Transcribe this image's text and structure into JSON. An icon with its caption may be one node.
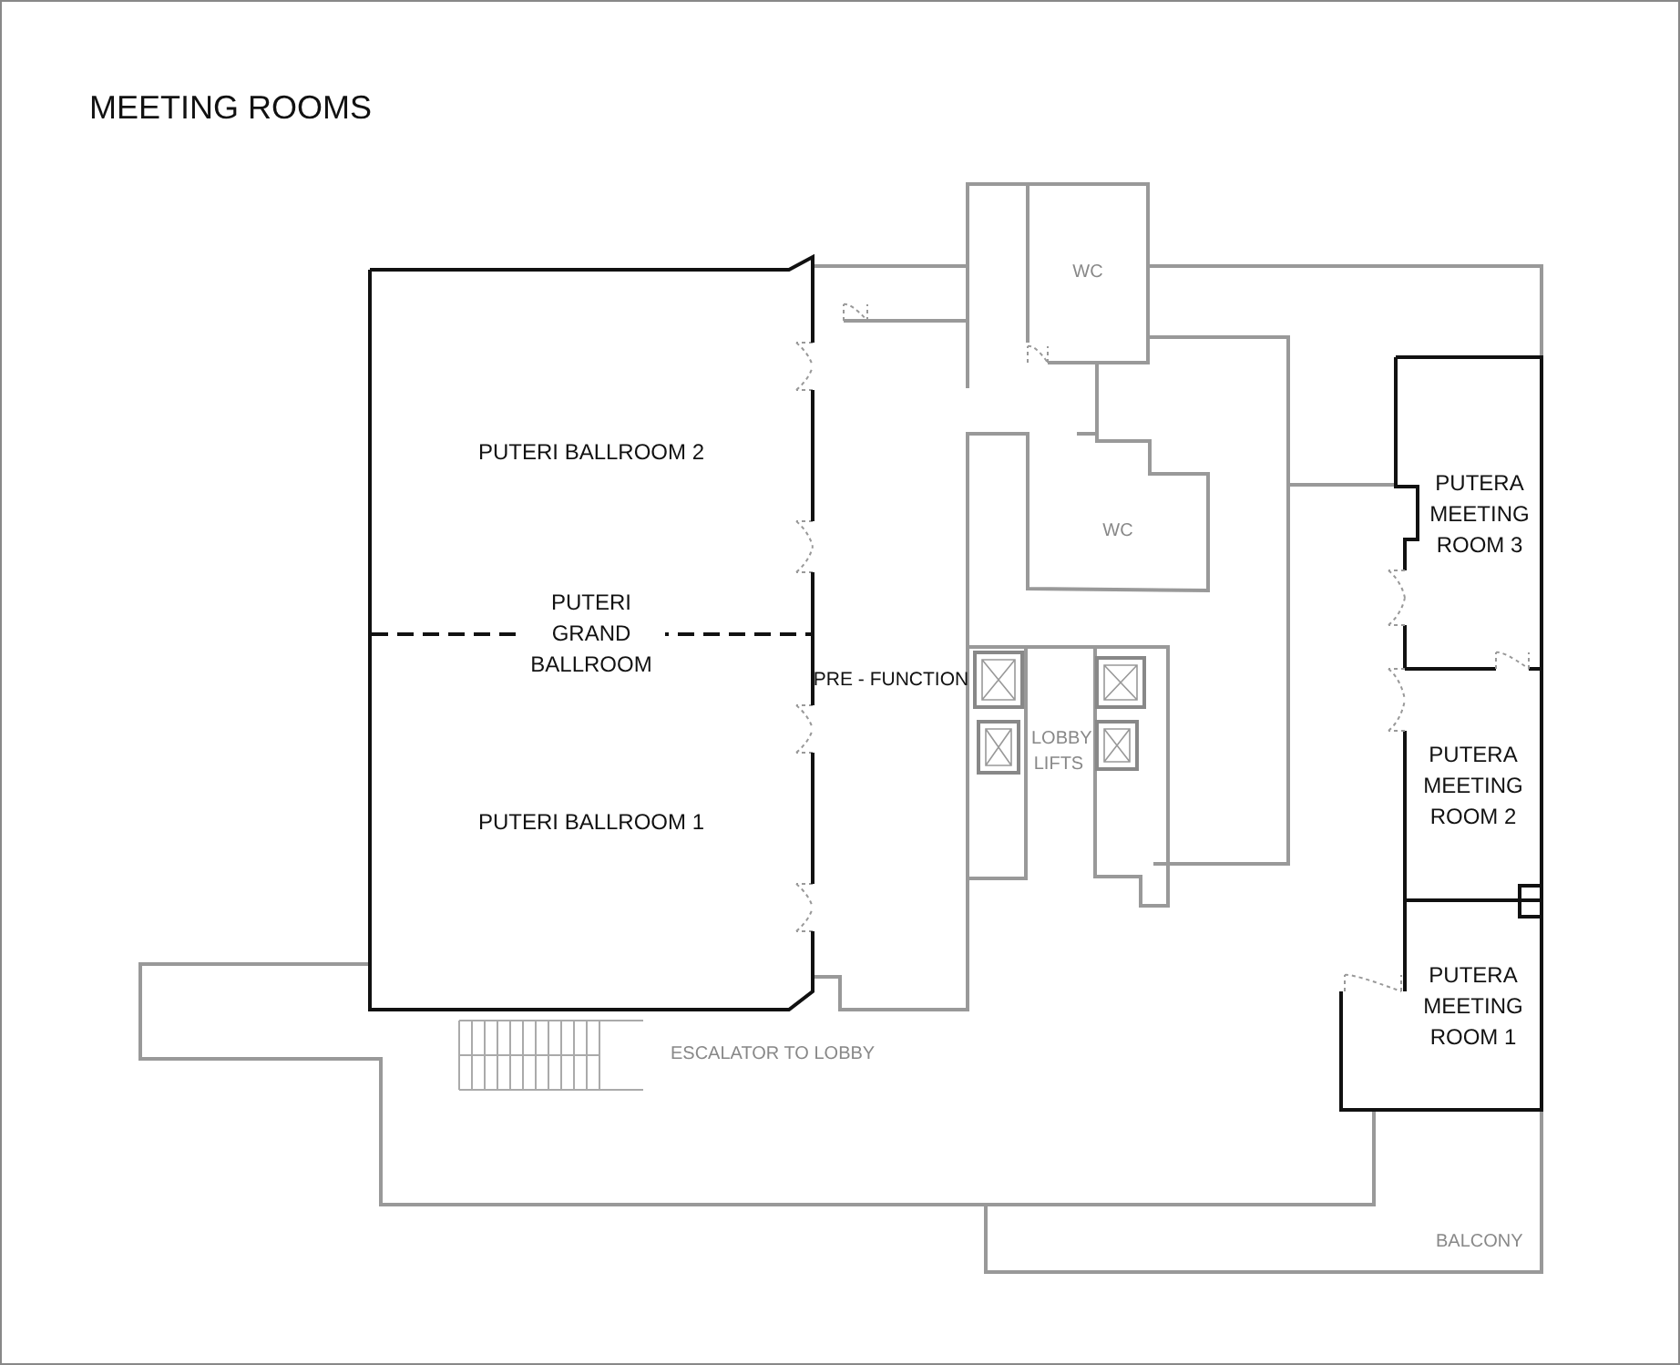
{
  "diagram": {
    "title": "MEETING ROOMS",
    "nodes": [
      {
        "text": [
          "PUTERI GRAND BALLROOM"
        ]
      },
      {
        "text": [
          "PUTERI BALLROOM 2"
        ],
        "in": 0
      },
      {
        "text": [
          "PUTERI BALLROOM 1"
        ],
        "in": 0
      },
      {
        "text": [
          "PRE - FUNCTION"
        ]
      },
      {
        "text": [
          "WC"
        ]
      },
      {
        "text": [
          "WC"
        ]
      },
      {
        "text": [
          "PUTERA MEETING ROOM 3"
        ]
      },
      {
        "text": [
          "PUTERA MEETING ROOM 2"
        ]
      },
      {
        "text": [
          "PUTERA MEETING ROOM 1"
        ]
      }
    ],
    "edges": [],
    "labels": [
      "LOBBY LIFTS",
      "ESCALATOR TO LOBBY",
      "BALCONY"
    ]
  }
}
